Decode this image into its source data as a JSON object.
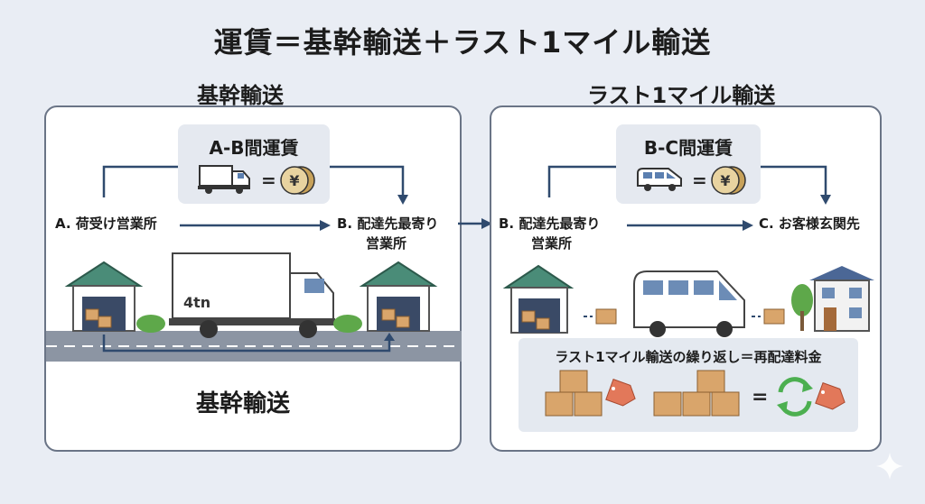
{
  "title": "運賃＝基幹輸送＋ラスト1マイル輸送",
  "left": {
    "heading": "基幹輸送",
    "rate_label": "A-B間運賃",
    "equals": "=",
    "yen_symbol": "¥",
    "origin_label": "A. 荷受け営業所",
    "dest_label_line1": "B. 配達先最寄り",
    "dest_label_line2": "営業所",
    "truck_label": "4tn",
    "bottom_label": "基幹輸送"
  },
  "right": {
    "heading": "ラスト1マイル輸送",
    "rate_label": "B-C間運賃",
    "equals": "=",
    "yen_symbol": "¥",
    "origin_label_line1": "B. 配達先最寄り",
    "origin_label_line2": "営業所",
    "dest_label": "C. お客様玄関先",
    "repeat_label": "ラスト1マイル輸送の繰り返し＝再配達料金",
    "repeat_equals": "="
  },
  "colors": {
    "arrow": "#2f4a6e",
    "panel_border": "#6a7486",
    "box_fill": "#e5e9f0",
    "warehouse_roof": "#4a8c78",
    "cardboard": "#d9a56b",
    "tag": "#e2785a",
    "recycle": "#4caf50",
    "road": "#8c95a3"
  }
}
